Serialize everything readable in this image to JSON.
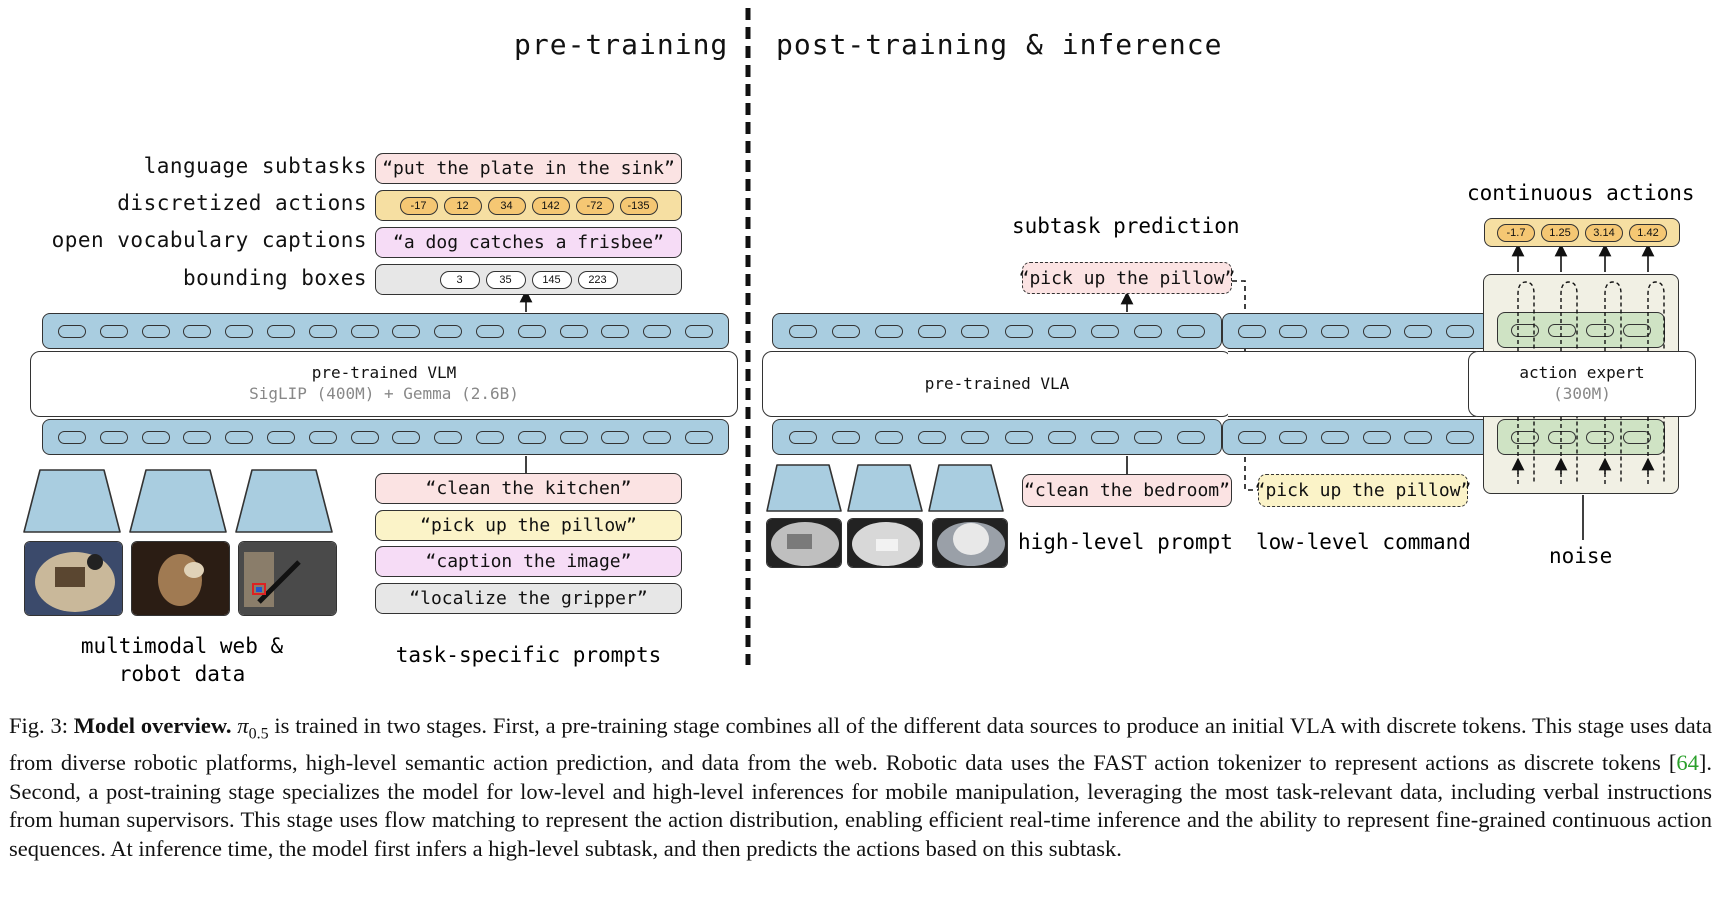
{
  "figure": {
    "pretraining": {
      "title": "pre-training",
      "output_labels": [
        "language subtasks",
        "discretized actions",
        "open vocabulary captions",
        "bounding boxes"
      ],
      "language_subtask_text": "“put the plate in the sink”",
      "discretized_action_values": [
        "-17",
        "12",
        "34",
        "142",
        "-72",
        "-135"
      ],
      "caption_text": "“a dog catches a frisbee”",
      "bbox_values": [
        "3",
        "35",
        "145",
        "223"
      ],
      "vlm_name": "pre-trained VLM",
      "vlm_components": "SigLIP (400M) + Gemma (2.6B)",
      "data_label": "multimodal web &\nrobot data",
      "prompts": [
        "“clean the kitchen”",
        "“pick up the pillow”",
        "“caption the image”",
        "“localize the gripper”"
      ],
      "prompts_label": "task-specific prompts"
    },
    "posttraining": {
      "title": "post-training & inference",
      "subtask_label": "subtask prediction",
      "subtask_text": "“pick up the pillow”",
      "vla_name": "pre-trained VLA",
      "high_prompt_text": "“clean the bedroom”",
      "high_prompt_label": "high-level prompt",
      "low_command_text": "“pick up the pillow”",
      "low_command_label": "low-level command",
      "actions_label": "continuous actions",
      "action_values": [
        "-1.7",
        "1.25",
        "3.14",
        "1.42"
      ],
      "expert_name": "action expert",
      "expert_size": "(300M)",
      "noise_label": "noise"
    },
    "colors": {
      "token_blue": "#a9cde0",
      "language_pink": "#fbe3e3",
      "action_orange": "#f6dfa2",
      "caption_purple": "#f6dcf6",
      "bbox_grey": "#e7e7e7",
      "command_yellow": "#fbf3c8",
      "expert_green": "#cfe3c4",
      "expert_bg": "#f1f0e4"
    }
  },
  "caption": {
    "prefix": "Fig. 3: ",
    "bold": "Model overview.",
    "model_symbol": "π",
    "model_sub": "0.5",
    "text_a": " is trained in two stages. First, a pre-training stage combines all of the different data sources to produce an initial VLA with discrete tokens. This stage uses data from diverse robotic platforms, high-level semantic action prediction, and data from the web. Robotic data uses the FAST action tokenizer to represent actions as discrete tokens [",
    "citation": "64",
    "text_b": "]. Second, a post-training stage specializes the model for low-level and high-level inferences for mobile manipulation, leveraging the most task-relevant data, including verbal instructions from human supervisors. This stage uses flow matching to represent the action distribution, enabling efficient real-time inference and the ability to represent fine-grained continuous action sequences. At inference time, the model first infers a high-level subtask, and then predicts the actions based on this subtask."
  }
}
